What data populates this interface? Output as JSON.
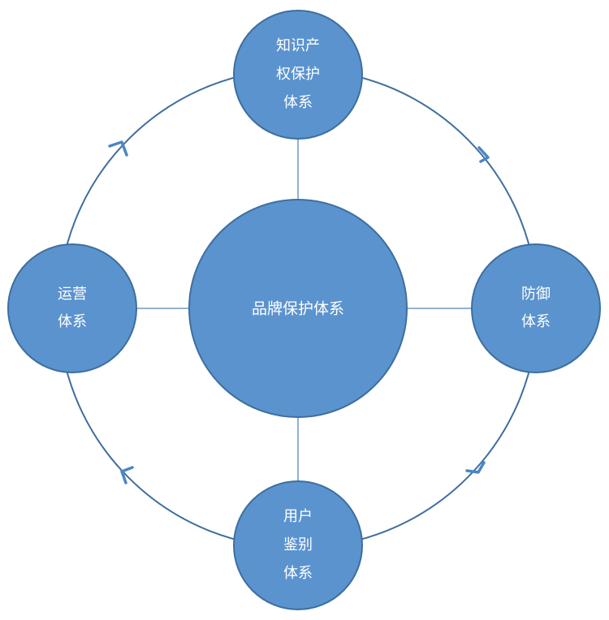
{
  "colors": {
    "node_fill": "#5b93cf",
    "node_stroke": "#3d6f9f",
    "cycle_line": "#3f6e9e",
    "arrow": "#4a86c5",
    "spoke": "#6f97c4"
  },
  "center": {
    "label": "品牌保护体系"
  },
  "nodes": {
    "top": {
      "lines": [
        "知识产",
        "权保护",
        "体系"
      ]
    },
    "right": {
      "lines": [
        "防御",
        "体系"
      ]
    },
    "bottom": {
      "lines": [
        "用户",
        "鉴别",
        "体系"
      ]
    },
    "left": {
      "lines": [
        "运营",
        "体系"
      ]
    }
  },
  "cycle_direction": "clockwise"
}
